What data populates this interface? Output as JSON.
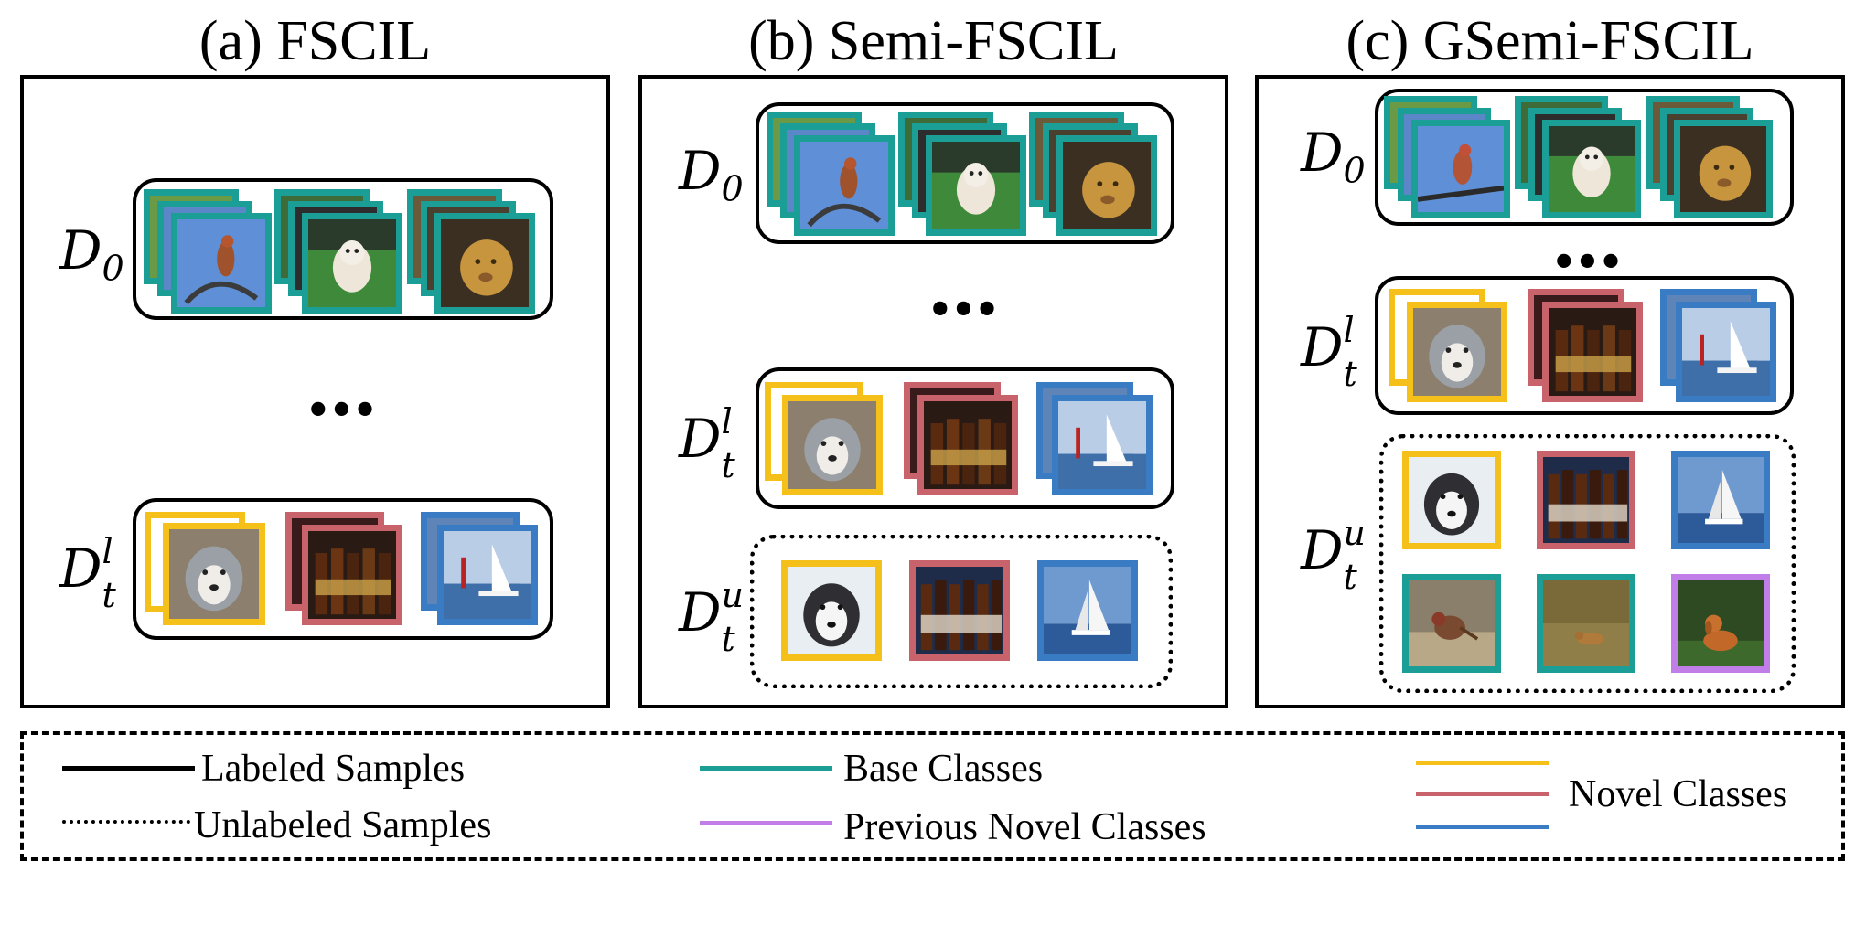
{
  "panels": [
    {
      "title": "(a) FSCIL"
    },
    {
      "title": "(b) Semi-FSCIL"
    },
    {
      "title": "(c) GSemi-FSCIL"
    }
  ],
  "labels": {
    "d0_main": "D",
    "d0_sub": "0",
    "dl_main": "D",
    "dl_sup": "l",
    "dl_sub": "t",
    "du_main": "D",
    "du_sup": "u",
    "du_sub": "t"
  },
  "ellipsis": "•••",
  "legend": {
    "labeled": "Labeled Samples",
    "unlabeled": "Unlabeled Samples",
    "base": "Base Classes",
    "previous_novel": "Previous Novel Classes",
    "novel": "Novel Classes"
  },
  "colors": {
    "base": "#1a9e96",
    "novel_yellow": "#f5c01a",
    "novel_red": "#c8636b",
    "novel_blue": "#3a7cc4",
    "previous_novel": "#c17ee8"
  },
  "icons": [
    "bird-image",
    "dog-image",
    "lion-image",
    "husky-image",
    "bottles-image",
    "sailboat-image",
    "previous-novel-dog-image"
  ]
}
